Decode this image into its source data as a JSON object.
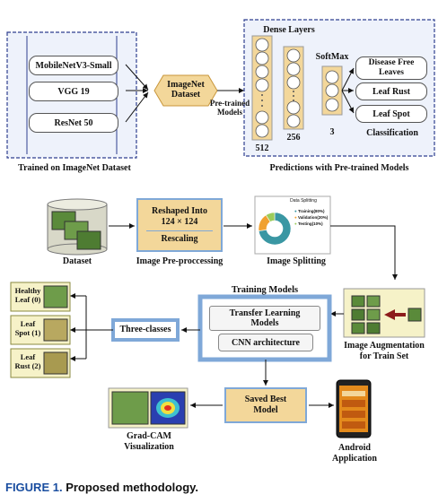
{
  "top": {
    "pretrained_models": [
      "MobileNetV3-Small",
      "VGG 19",
      "ResNet 50"
    ],
    "trained_on_label": "Trained on ImageNet Dataset",
    "imagenet_label": [
      "ImageNet",
      "Dataset"
    ],
    "pretrained_edge_label": [
      "Pre-trained",
      "Models"
    ],
    "dense_layers_label": "Dense Layers",
    "softmax_label": "SoftMax",
    "layer_sizes": [
      "512",
      "256",
      "3"
    ],
    "classes": [
      "Disease Free",
      "Leaves",
      "Leaf Rust",
      "Leaf Spot"
    ],
    "classification_label": "Classification",
    "predictions_label": "Predictions with Pre-trained Models"
  },
  "middle": {
    "dataset_label": "Dataset",
    "preprocess_lines": [
      "Reshaped Into",
      "124 × 124",
      "Rescaling"
    ],
    "preprocess_label": "Image Pre-proccessing",
    "splitting": {
      "chart_title": "Data Splitting",
      "legend": [
        "Training(80%)",
        "Validation(20%)",
        "Testing(10%)"
      ],
      "label": "Image Splitting"
    }
  },
  "bottom": {
    "training_models_label": "Training Models",
    "transfer_learning": [
      "Transfer Learning",
      "Models"
    ],
    "cnn_label": "CNN architecture",
    "three_classes_label": "Three-classes",
    "class_cards": [
      [
        "Healthy",
        "Leaf (0)"
      ],
      [
        "Leaf",
        "Spot (1)"
      ],
      [
        "Leaf",
        "Rust (2)"
      ]
    ],
    "augmentation_label": [
      "Image Augmentation",
      "for Train Set"
    ],
    "saved_model": [
      "Saved Best",
      "Model"
    ],
    "gradcam_label": [
      "Grad-CAM",
      "Visualization"
    ],
    "android_label": [
      "Android",
      "Application"
    ]
  },
  "caption": {
    "figure": "FIGURE 1.",
    "title": "Proposed methodology."
  },
  "chart_data": {
    "type": "pie",
    "title": "Data Splitting",
    "categories": [
      "Training(80%)",
      "Validation(20%)",
      "Testing(10%)"
    ],
    "values": [
      80,
      20,
      10
    ]
  },
  "colors": {
    "blue_frame": "#4a7cc7",
    "dashed_frame": "#2f3f8f",
    "tan_fill": "#f3d79a",
    "olive_fill": "#f6f2c8",
    "donut_teal": "#3a97a3",
    "donut_orange": "#f0a030",
    "donut_green": "#9ccc5a",
    "caption_blue": "#1a4ea0"
  }
}
